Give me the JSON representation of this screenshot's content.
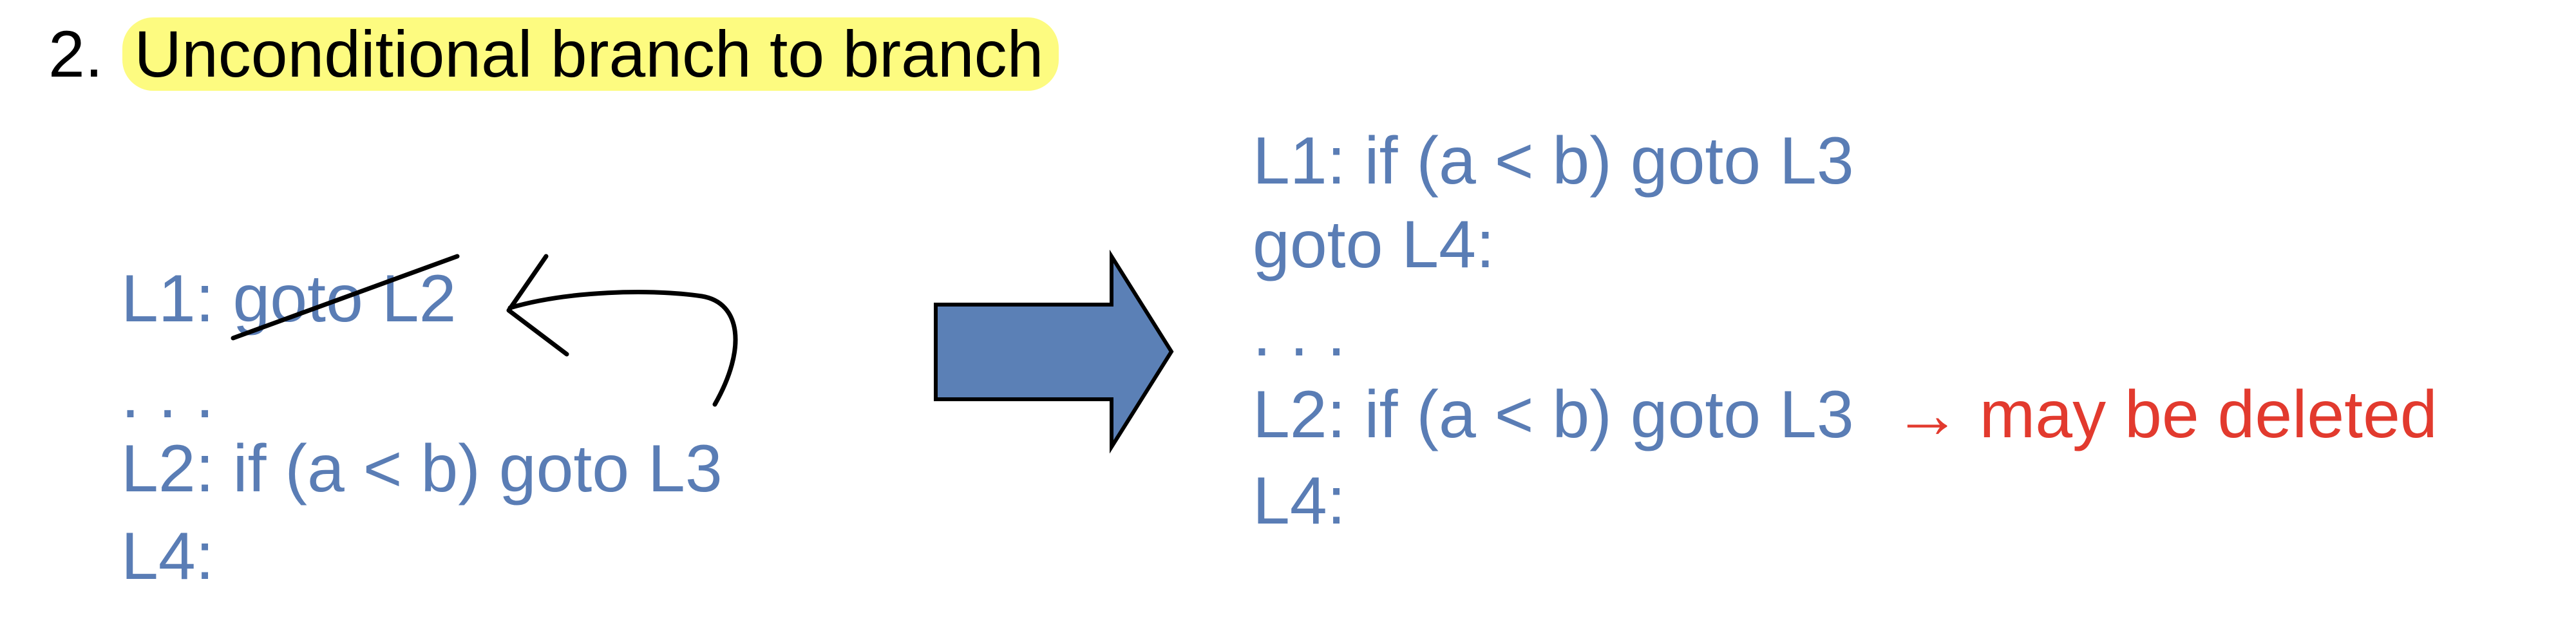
{
  "heading": {
    "number": "2.",
    "text": "Unconditional branch to branch"
  },
  "before": {
    "line1_label": "L1: ",
    "line1_struck": "goto L2",
    "line2": ". . .",
    "line3": "L2: if (a < b) goto L3",
    "line4": "L4:"
  },
  "after": {
    "line1": "L1: if (a < b) goto L3",
    "line2": "goto L4:",
    "line3": ". . .",
    "line4": "L2: if (a < b) goto L3",
    "line4_note": "→ may be deleted",
    "line5": "L4:"
  },
  "colors": {
    "code": "#5a7db5",
    "note": "#e23a2e",
    "highlight": "#fdfb80",
    "arrow_fill": "#5b80b6"
  }
}
